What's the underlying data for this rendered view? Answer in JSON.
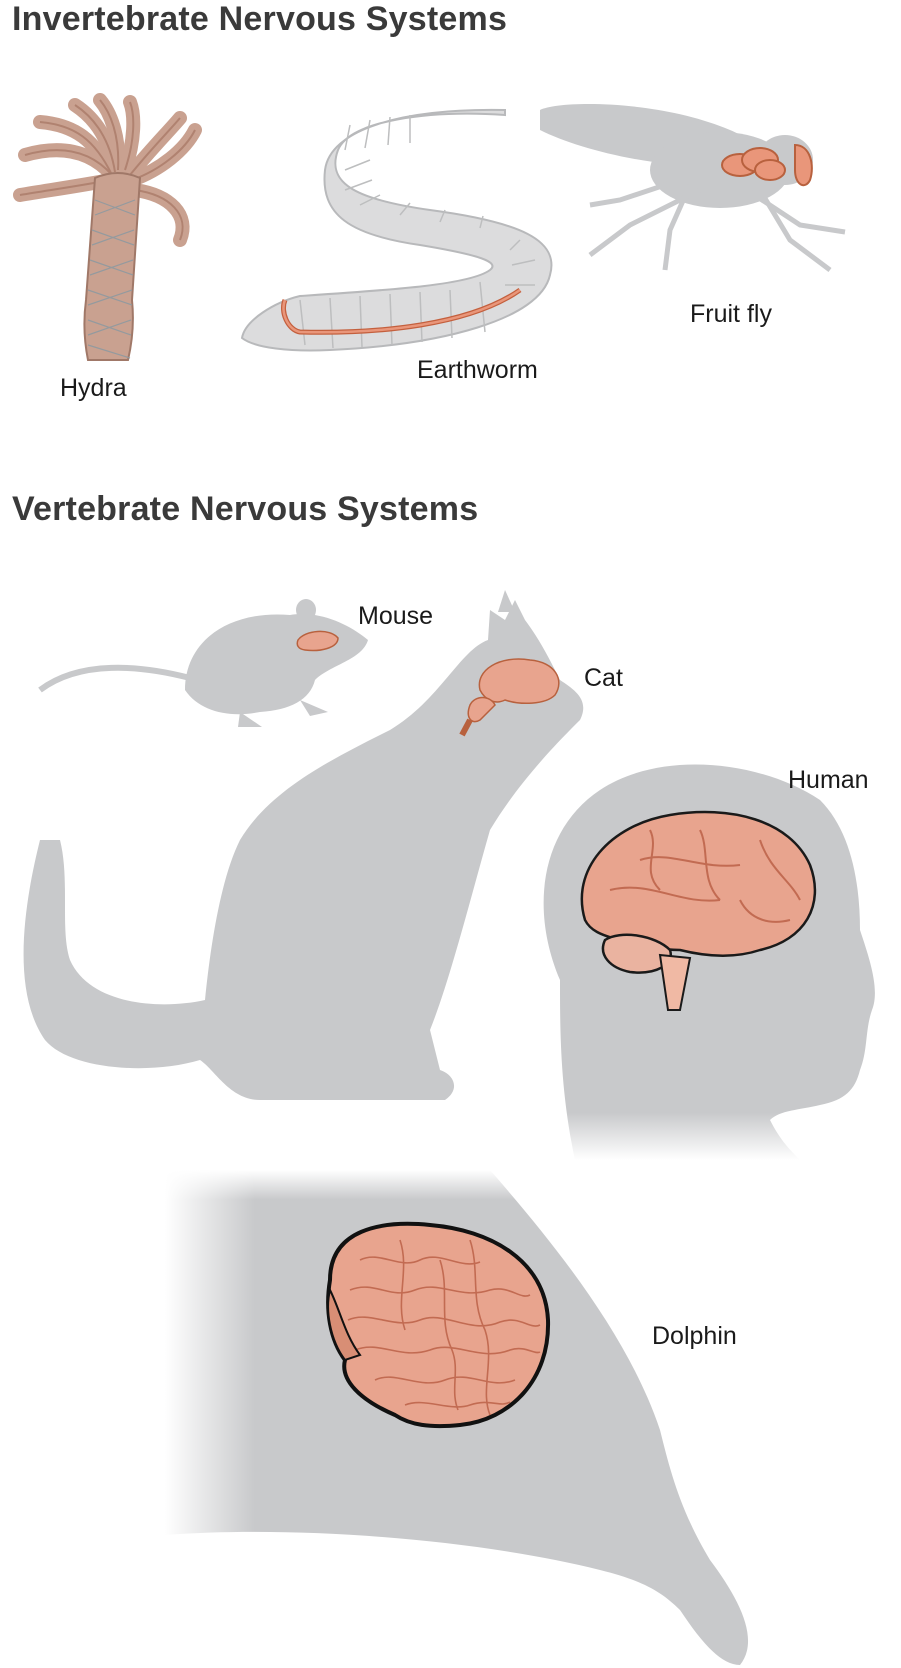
{
  "sections": {
    "invertebrate_title": "Invertebrate Nervous Systems",
    "vertebrate_title": "Vertebrate Nervous Systems"
  },
  "animals": {
    "hydra": "Hydra",
    "earthworm": "Earthworm",
    "fruit_fly": "Fruit fly",
    "mouse": "Mouse",
    "cat": "Cat",
    "human": "Human",
    "dolphin": "Dolphin"
  },
  "colors": {
    "silhouette": "#c8c9cb",
    "worm_body": "#dcdcdd",
    "nerve": "#d98a6b",
    "brain_fill": "#e8a48e",
    "brain_outline": "#1a1a1a"
  }
}
